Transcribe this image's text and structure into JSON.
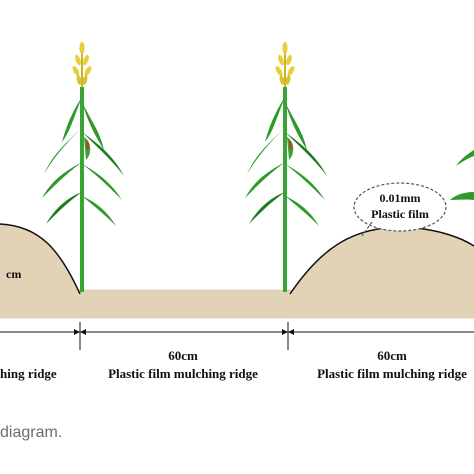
{
  "colors": {
    "soil": "#e3d3b6",
    "soil_edge": "#c9b48f",
    "ridge_outline": "#111111",
    "leaf": "#2f9a2a",
    "leaf_dark": "#1f7a1f",
    "stem": "#3aa535",
    "tassel": "#e6cf3a",
    "cob_silk": "#c0392b",
    "dimension_line": "#111111",
    "caption_text": "#6c6c6c"
  },
  "icons": [
    "corn-plant-icon",
    "dimension-arrow-icon"
  ],
  "film_callout": {
    "thickness": "0.01mm",
    "material": "Plastic film"
  },
  "dimensions": {
    "left_ridge_partial_width": "cm",
    "left_partial_label": "hing ridge",
    "middle_width": "60cm",
    "middle_label": "Plastic film mulching ridge",
    "right_width": "60cm",
    "right_label": "Plastic film mulching ridge"
  },
  "caption": {
    "text": "diagram."
  }
}
